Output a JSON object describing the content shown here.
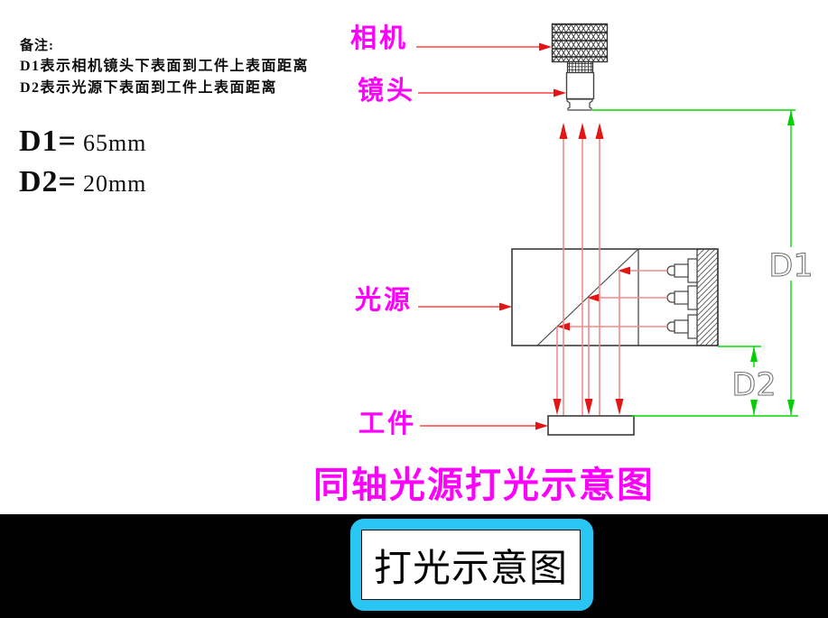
{
  "notes": {
    "title": "备注:",
    "line1": "D1表示相机镜头下表面到工件上表面距离",
    "line2": "D2表示光源下表面到工件上表面距离"
  },
  "dimensions": {
    "d1_name": "D1=",
    "d1_value": "65mm",
    "d2_name": "D2=",
    "d2_value": "20mm",
    "d1_label": "D1",
    "d2_label": "D2"
  },
  "labels": {
    "camera": "相机",
    "lens": "镜头",
    "light": "光源",
    "workpiece": "工件"
  },
  "title": "同轴光源打光示意图",
  "footer": {
    "button_label": "打光示意图"
  },
  "colors": {
    "label_magenta": "#ff00ff",
    "arrow_red": "#e51515",
    "ray_salmon": "#f28b8b",
    "dim_green": "#00dc00",
    "footer_cyan": "#29c6f4",
    "footer_bar": "#000000"
  }
}
